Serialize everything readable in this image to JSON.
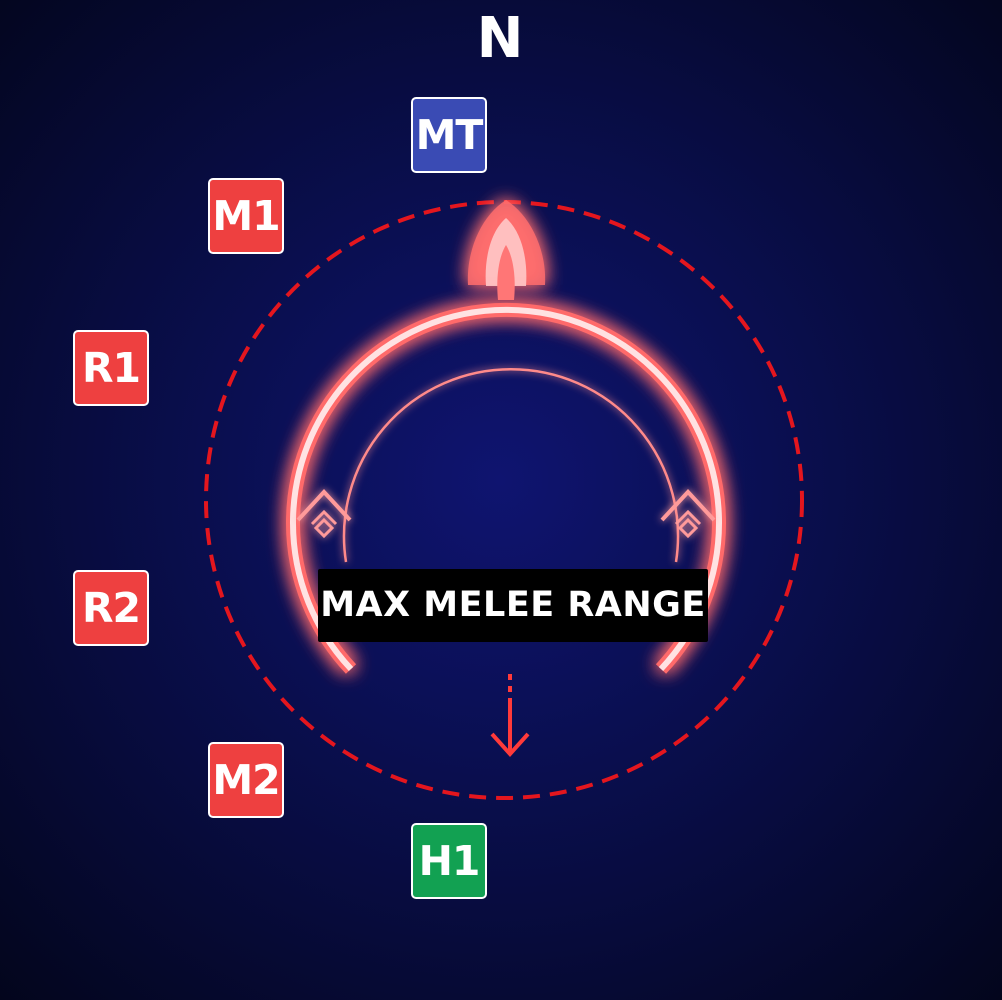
{
  "compass": {
    "north": "N"
  },
  "markers": {
    "mt": "MT",
    "m1": "M1",
    "r1": "R1",
    "r2": "R2",
    "m2": "M2",
    "h1": "H1"
  },
  "range_label": "MAX MELEE RANGE",
  "colors": {
    "tank": "#3a4bb4",
    "dps": "#ee4040",
    "healer": "#12a152",
    "range_ring": "#e4161e",
    "boss_glow": "#ff5a5a"
  }
}
